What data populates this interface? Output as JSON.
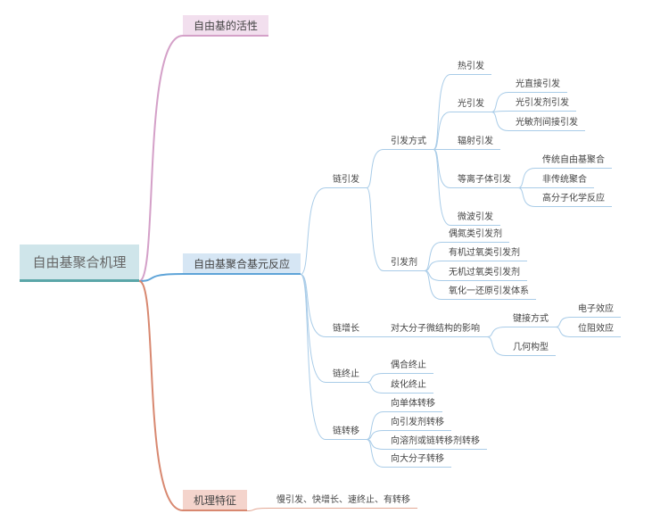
{
  "root": {
    "label": "自由基聚合机理"
  },
  "colors": {
    "root_bg": "#cfe5ea",
    "root_line": "#5aa6a8",
    "activity_bg": "#f2dfee",
    "activity_line": "#d4a0c8",
    "reaction_bg": "#d6e6f4",
    "reaction_line": "#5ea4d8",
    "feature_bg": "#f4d4cc",
    "feature_line": "#d88870",
    "sub_line_blue": "#a9cce8",
    "sub_line_orange": "#e3a794"
  },
  "branches": [
    {
      "label": "自由基的活性",
      "children": []
    },
    {
      "label": "自由基聚合基元反应",
      "children": [
        {
          "label": "链引发",
          "children": [
            {
              "label": "引发方式",
              "children": [
                {
                  "label": "热引发"
                },
                {
                  "label": "光引发",
                  "children": [
                    {
                      "label": "光直接引发"
                    },
                    {
                      "label": "光引发剂引发"
                    },
                    {
                      "label": "光敏剂间接引发"
                    }
                  ]
                },
                {
                  "label": "辐射引发"
                },
                {
                  "label": "等离子体引发",
                  "children": [
                    {
                      "label": "传统自由基聚合"
                    },
                    {
                      "label": "非传统聚合"
                    },
                    {
                      "label": "高分子化学反应"
                    }
                  ]
                },
                {
                  "label": "微波引发"
                }
              ]
            },
            {
              "label": "引发剂",
              "children": [
                {
                  "label": "偶氮类引发剂"
                },
                {
                  "label": "有机过氧类引发剂"
                },
                {
                  "label": "无机过氧类引发剂"
                },
                {
                  "label": "氧化一还原引发体系"
                }
              ]
            }
          ]
        },
        {
          "label": "链增长",
          "children": [
            {
              "label": "对大分子微结构的影响",
              "children": [
                {
                  "label": "键接方式",
                  "children": [
                    {
                      "label": "电子效应"
                    },
                    {
                      "label": "位阻效应"
                    }
                  ]
                },
                {
                  "label": "几何构型"
                }
              ]
            }
          ]
        },
        {
          "label": "链终止",
          "children": [
            {
              "label": "偶合终止"
            },
            {
              "label": "歧化终止"
            }
          ]
        },
        {
          "label": "链转移",
          "children": [
            {
              "label": "向单体转移"
            },
            {
              "label": "向引发剂转移"
            },
            {
              "label": "向溶剂或链转移剂转移"
            },
            {
              "label": "向大分子转移"
            }
          ]
        }
      ]
    },
    {
      "label": "机理特征",
      "children": [
        {
          "label": "慢引发、快增长、速终止、有转移"
        }
      ]
    }
  ]
}
